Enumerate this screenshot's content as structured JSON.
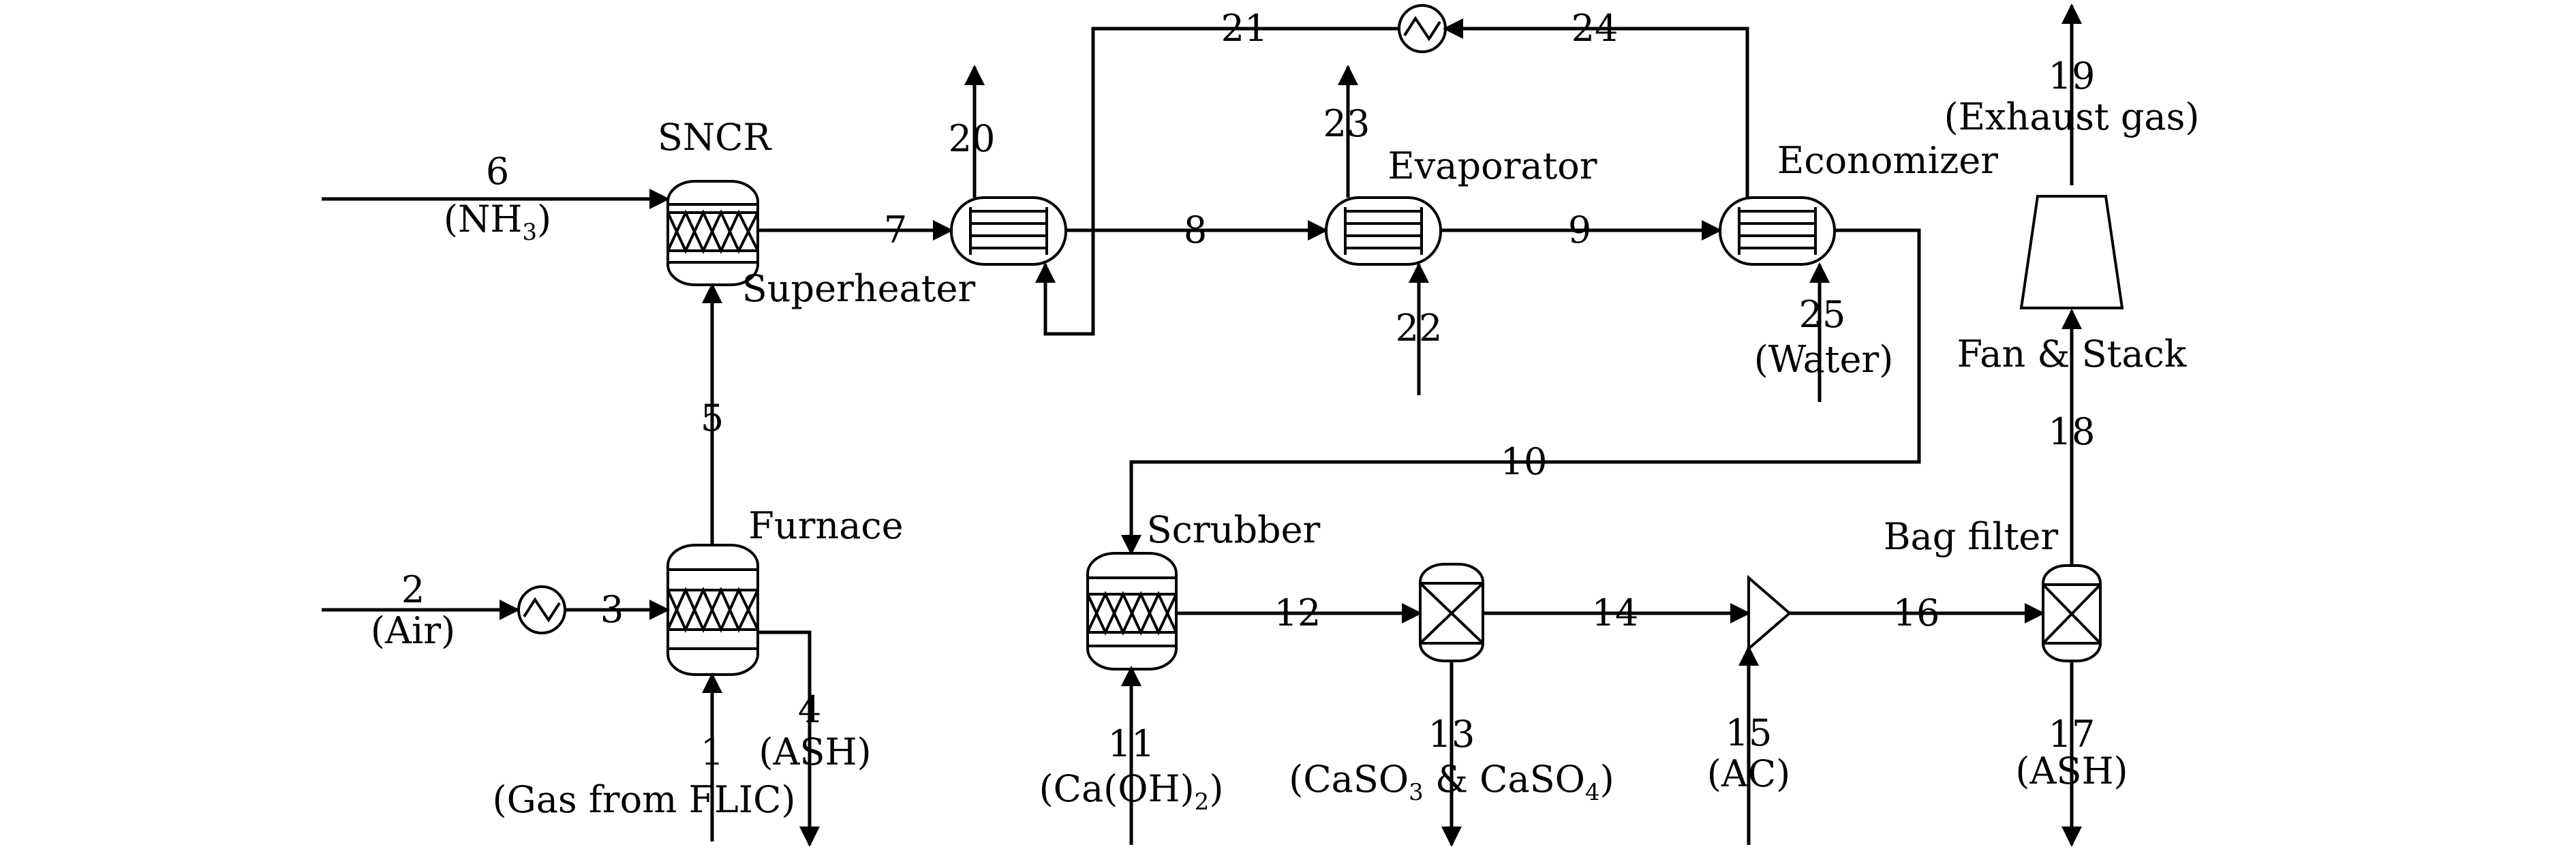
{
  "units": {
    "sncr": "SNCR",
    "superheater": "Superheater",
    "evaporator": "Evaporator",
    "economizer": "Economizer",
    "furnace": "Furnace",
    "scrubber": "Scrubber",
    "bag_filter": "Bag filter",
    "fan_stack": "Fan & Stack"
  },
  "streams": {
    "s1": "1",
    "s1_desc": "(Gas from FLIC)",
    "s2": "2",
    "s2_desc": "(Air)",
    "s3": "3",
    "s4": "4",
    "s4_desc": "(ASH)",
    "s5": "5",
    "s6": "6",
    "s6_desc_main": "(NH",
    "s6_desc_sub": "3",
    "s6_desc_end": ")",
    "s7": "7",
    "s8": "8",
    "s9": "9",
    "s10": "10",
    "s11": "11",
    "s11_desc_main": "(Ca(OH)",
    "s11_desc_sub": "2",
    "s11_desc_end": ")",
    "s12": "12",
    "s13": "13",
    "s13_desc_a": "(CaSO",
    "s13_desc_sub1": "3",
    "s13_desc_b": " & CaSO",
    "s13_desc_sub2": "4",
    "s13_desc_c": ")",
    "s14": "14",
    "s15": "15",
    "s15_desc": "(AC)",
    "s16": "16",
    "s17": "17",
    "s17_desc": "(ASH)",
    "s18": "18",
    "s19": "19",
    "s19_desc": "(Exhaust gas)",
    "s20": "20",
    "s21": "21",
    "s22": "22",
    "s23": "23",
    "s24": "24",
    "s25": "25",
    "s25_desc": "(Water)"
  },
  "colors": {
    "column_fill": "#bcd4ef",
    "exchanger_fill": "#f4a6bd",
    "heater_fill": "#e01f1f",
    "filter_fill": "#f8d98a",
    "mixer_fill": "#8fe24a",
    "stack_fill": "#6f7f8c"
  }
}
